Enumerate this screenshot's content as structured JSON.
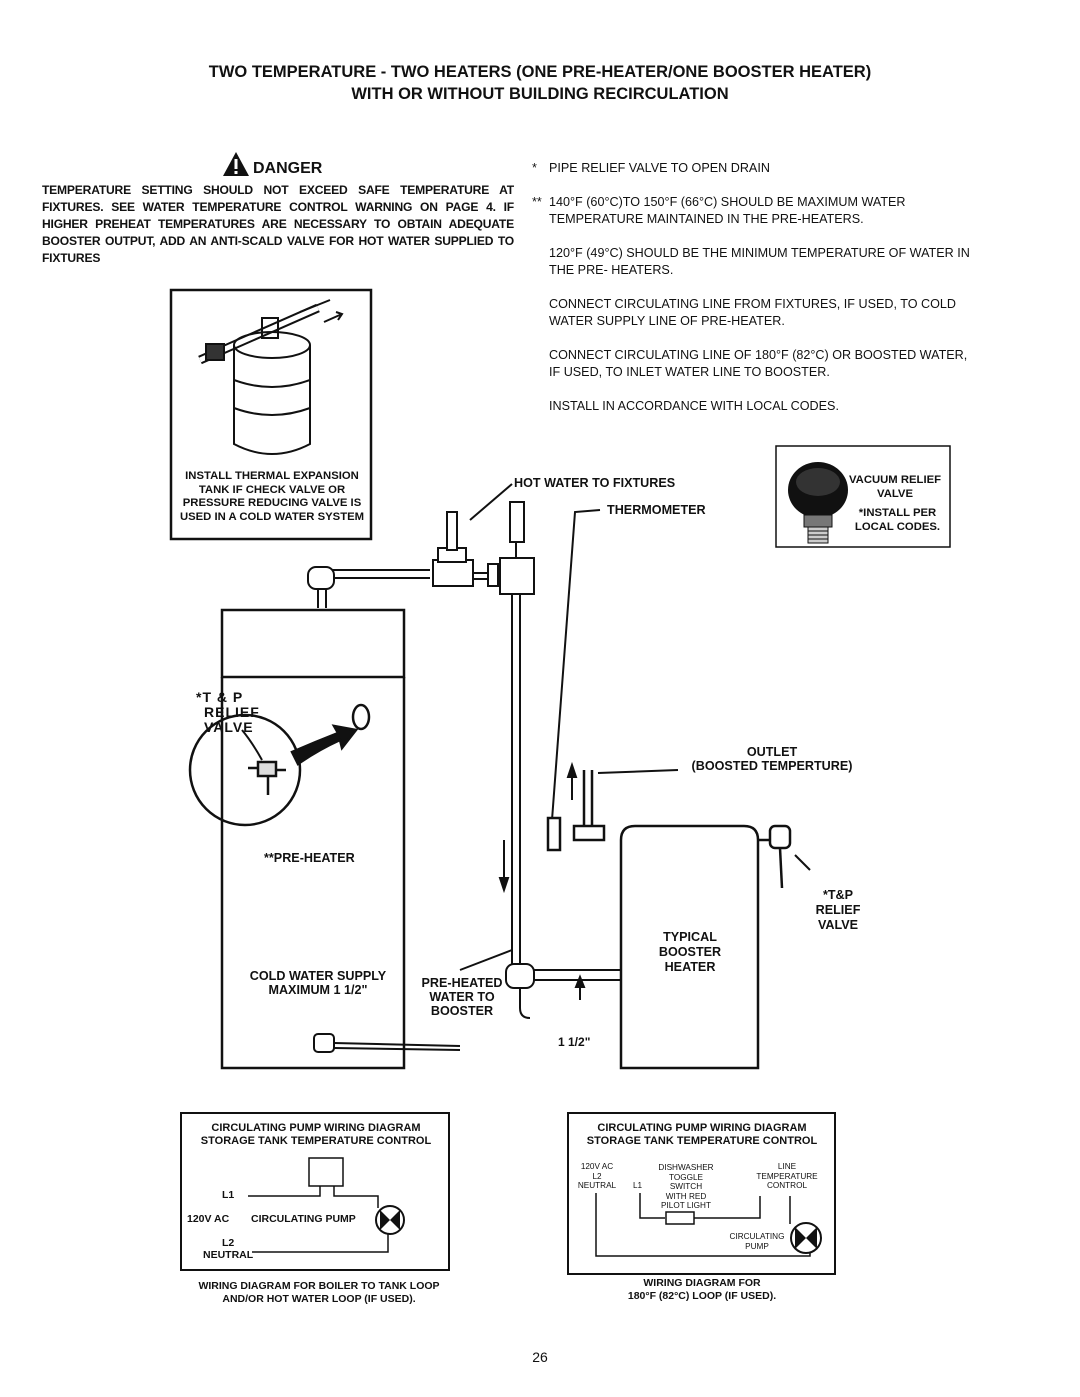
{
  "title": {
    "line1": "TWO TEMPERATURE - TWO HEATERS (ONE PRE-HEATER/ONE BOOSTER HEATER)",
    "line2": "WITH OR WITHOUT BUILDING RECIRCULATION"
  },
  "danger": {
    "heading": "DANGER",
    "text": "TEMPERATURE SETTING SHOULD NOT EXCEED SAFE TEMPERATURE AT FIXTURES. SEE WATER TEMPERATURE CONTROL WARNING ON PAGE 4. IF HIGHER PREHEAT TEMPERATURES ARE NECESSARY TO OBTAIN ADEQUATE BOOSTER OUTPUT, ADD AN ANTI-SCALD VALVE FOR HOT WATER SUPPLIED TO FIXTURES"
  },
  "notes": [
    {
      "mark": "*",
      "text": "PIPE RELIEF VALVE TO OPEN DRAIN"
    },
    {
      "mark": "**",
      "text": "140°F (60°C)TO 150°F (66°C) SHOULD BE MAXIMUM WATER TEMPERATURE MAINTAINED IN THE PRE-HEATERS."
    },
    {
      "mark": "",
      "text": "120°F (49°C) SHOULD BE THE MINIMUM TEMPERATURE OF WATER IN THE PRE- HEATERS."
    },
    {
      "mark": "",
      "text": "CONNECT CIRCULATING LINE FROM FIXTURES, IF USED, TO COLD WATER SUPPLY LINE OF PRE-HEATER."
    },
    {
      "mark": "",
      "text": "CONNECT CIRCULATING LINE OF 180°F (82°C) OR BOOSTED WATER, IF USED, TO INLET WATER LINE TO BOOSTER."
    },
    {
      "mark": "",
      "text": "INSTALL IN ACCORDANCE WITH LOCAL CODES."
    }
  ],
  "expansion_tank": {
    "caption": "INSTALL THERMAL EXPANSION TANK IF CHECK VALVE OR PRESSURE REDUCING VALVE IS USED IN A COLD WATER SYSTEM"
  },
  "vacuum_relief": {
    "label": "VACUUM RELIEF VALVE",
    "note": "*INSTALL PER LOCAL CODES."
  },
  "diagram_labels": {
    "hot_water": "HOT WATER TO FIXTURES",
    "thermometer": "THERMOMETER",
    "tp_line1": "*T & P",
    "tp_line2": "RELIEF",
    "tp_line3": "VALVE",
    "pre_heater": "**PRE-HEATER",
    "cold_supply_1": "COLD WATER SUPPLY",
    "cold_supply_2": "MAXIMUM 1 1/2\"",
    "preheated_1": "PRE-HEATED",
    "preheated_2": "WATER TO",
    "preheated_3": "BOOSTER",
    "outlet_1": "OUTLET",
    "outlet_2": "(BOOSTED TEMPERTURE)",
    "booster_tp_1": "*T&P",
    "booster_tp_2": "RELIEF",
    "booster_tp_3": "VALVE",
    "booster_1": "TYPICAL",
    "booster_2": "BOOSTER",
    "booster_3": "HEATER",
    "size": "1 1/2\""
  },
  "wiring_left": {
    "title1": "CIRCULATING PUMP WIRING DIAGRAM",
    "title2": "STORAGE TANK TEMPERATURE CONTROL",
    "l1": "L1",
    "voltage": "120V AC",
    "pump": "CIRCULATING PUMP",
    "l2": "L2",
    "neutral": "NEUTRAL",
    "caption1": "WIRING DIAGRAM FOR BOILER TO TANK LOOP",
    "caption2": "AND/OR HOT WATER LOOP (IF USED)."
  },
  "wiring_right": {
    "title1": "CIRCULATING PUMP WIRING DIAGRAM",
    "title2": "STORAGE TANK TEMPERATURE CONTROL",
    "voltage": "120V AC",
    "l2": "L2",
    "neutral": "NEUTRAL",
    "l1": "L1",
    "dishwasher": "DISHWASHER",
    "toggle": "TOGGLE",
    "switch": "SWITCH",
    "with_red": "WITH RED",
    "pilot": "PILOT LIGHT",
    "line": "LINE",
    "temperature": "TEMPERATURE",
    "control": "CONTROL",
    "circulating": "CIRCULATING",
    "pump": "PUMP",
    "caption1": "WIRING DIAGRAM FOR",
    "caption2": "180°F (82°C) LOOP (IF USED)."
  },
  "page_number": "26"
}
